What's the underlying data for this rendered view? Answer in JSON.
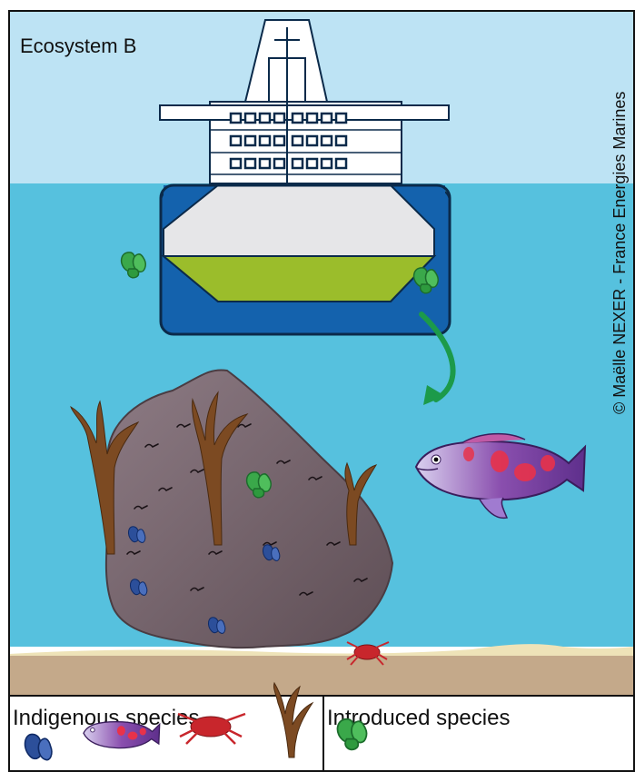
{
  "scene": {
    "title": "Ecosystem B",
    "credit": "© Maëlle NEXER - France Energies Marines"
  },
  "legend": {
    "indigenous_title": "Indigenous species",
    "introduced_title": "Introduced species",
    "indigenous_items": [
      "mussel-icon",
      "fish-icon",
      "crab-icon",
      "kelp-icon"
    ],
    "introduced_items": [
      "green-mussel-icon"
    ]
  },
  "colors": {
    "sky": "#bde3f4",
    "sea": "#56c1de",
    "sand": "#c4a98a",
    "hull_blue": "#1462ad",
    "ballast_green": "#9bbd2b",
    "rock": "#7d6b72",
    "kelp": "#7c4a22",
    "introduced_green": "#3aa84a",
    "arrow_green": "#1c9a4a",
    "crab": "#c8262c"
  }
}
